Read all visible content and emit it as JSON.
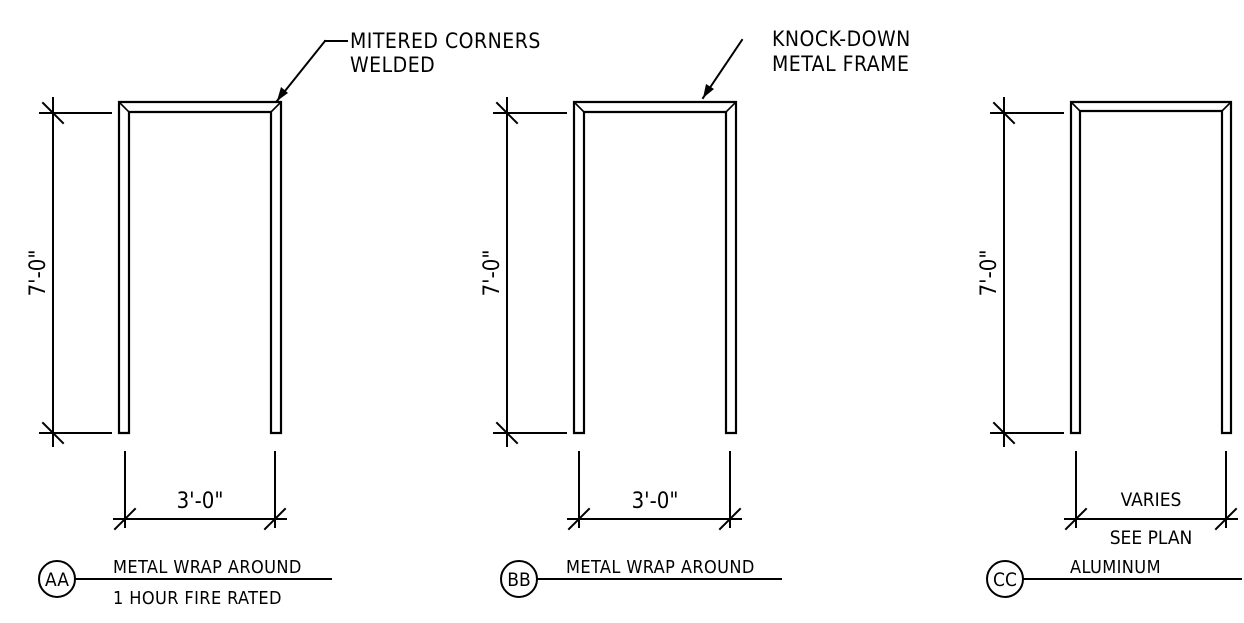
{
  "details": [
    {
      "tag": "AA",
      "title_line1": "METAL WRAP AROUND",
      "title_line2": "1 HOUR FIRE RATED",
      "height_dim": "7'-0\"",
      "width_dim": "3'-0\"",
      "width_dim_line2": "",
      "callout_line1": "MITERED CORNERS",
      "callout_line2": "WELDED"
    },
    {
      "tag": "BB",
      "title_line1": "METAL WRAP AROUND",
      "title_line2": "",
      "height_dim": "7'-0\"",
      "width_dim": "3'-0\"",
      "width_dim_line2": "",
      "callout_line1": "KNOCK-DOWN",
      "callout_line2": "METAL FRAME"
    },
    {
      "tag": "CC",
      "title_line1": "ALUMINUM",
      "title_line2": "",
      "height_dim": "7'-0\"",
      "width_dim": "VARIES",
      "width_dim_line2": "SEE PLAN",
      "callout_line1": "",
      "callout_line2": ""
    }
  ]
}
